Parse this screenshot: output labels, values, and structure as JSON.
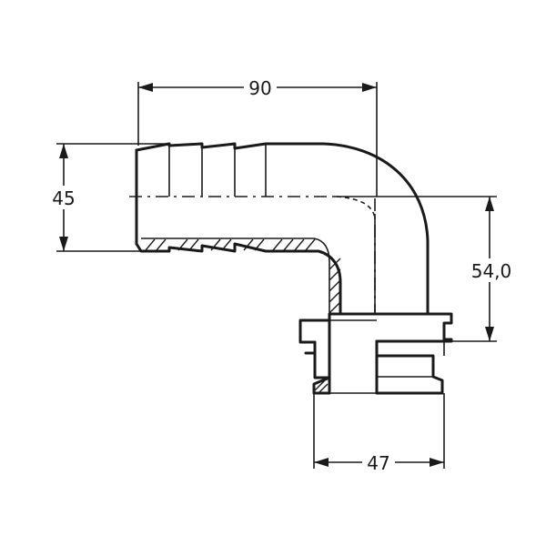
{
  "dimensions": {
    "width_top": "90",
    "height_left": "45",
    "height_right": "54,0",
    "width_bottom": "47"
  }
}
